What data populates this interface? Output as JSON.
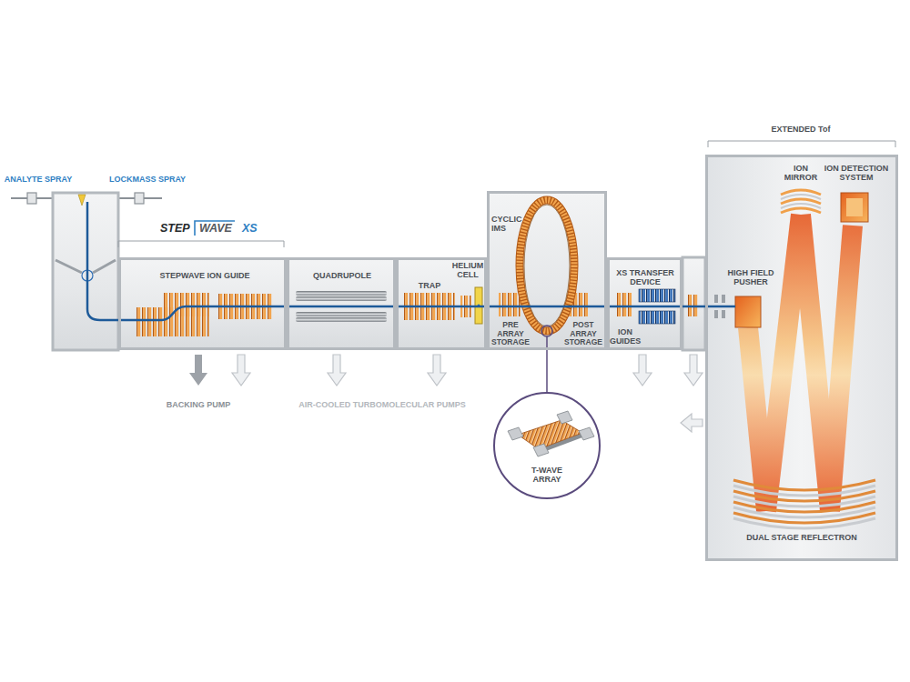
{
  "diagram": {
    "nodes": [
      {
        "text": [
          "STEPWAVE ION GUIDE"
        ]
      },
      {
        "text": [
          "QUADRUPOLE"
        ]
      },
      {
        "text": [
          "TRAP",
          "HELIUM CELL"
        ]
      },
      {
        "text": [
          "CYCLIC IMS",
          "PRE ARRAY STORAGE",
          "POST ARRAY STORAGE"
        ]
      },
      {
        "text": [
          "T-WAVE ARRAY"
        ]
      },
      {
        "text": [
          "XS TRANSFER DEVICE",
          "ION GUIDES"
        ]
      },
      {
        "text": [
          "EXTENDED Tof",
          "ION MIRROR",
          "ION DETECTION SYSTEM",
          "HIGH FIELD PUSHER",
          "DUAL STAGE REFLECTRON"
        ]
      }
    ],
    "edges": [
      {
        "from": 3,
        "to": 4,
        "arrow": "none"
      }
    ],
    "labels": [
      "ANALYTE SPRAY",
      "LOCKMASS SPRAY",
      "STEP",
      "WAVE",
      "XS",
      "BACKING PUMP",
      "AIR-COOLED TURBOMOLECULAR PUMPS"
    ]
  }
}
